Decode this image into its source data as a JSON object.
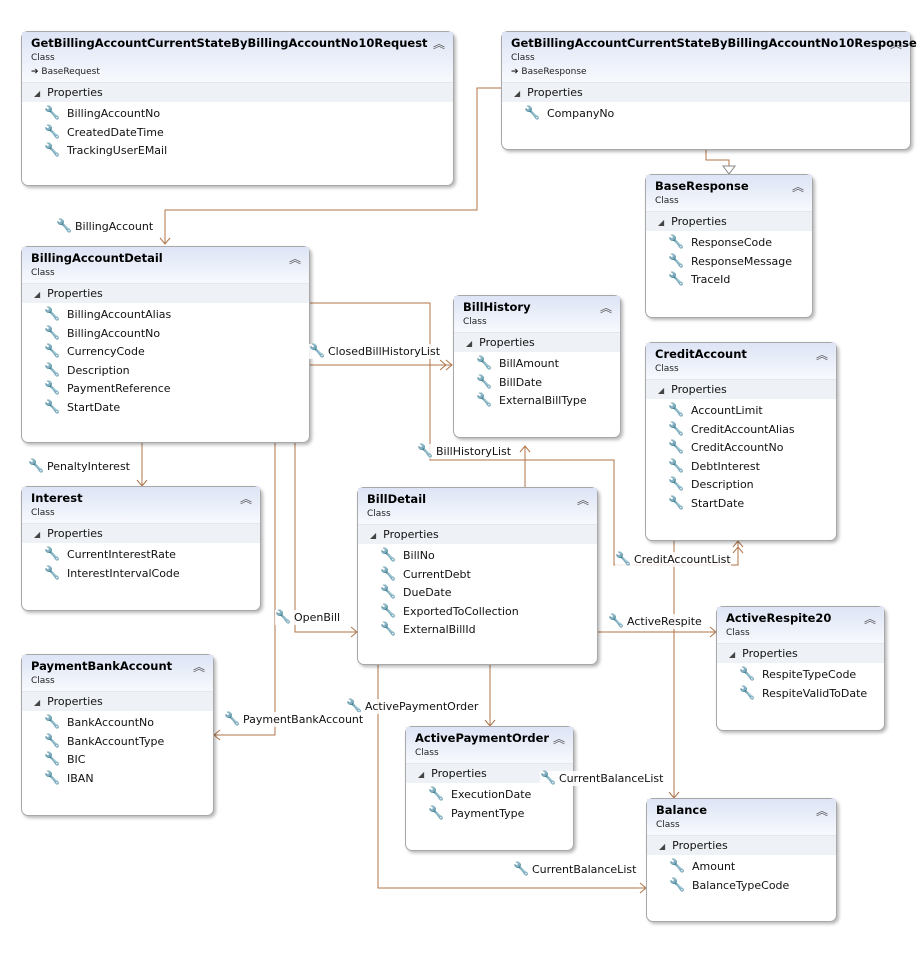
{
  "classes": {
    "req": {
      "title": "GetBillingAccountCurrentStateByBillingAccountNo10Request",
      "kind": "Class",
      "base": "BaseRequest",
      "section": "Properties",
      "props": [
        "BillingAccountNo",
        "CreatedDateTime",
        "TrackingUserEMail"
      ]
    },
    "resp": {
      "title": "GetBillingAccountCurrentStateByBillingAccountNo10Response",
      "kind": "Class",
      "base": "BaseResponse",
      "section": "Properties",
      "props": [
        "CompanyNo"
      ]
    },
    "baseresp": {
      "title": "BaseResponse",
      "kind": "Class",
      "section": "Properties",
      "props": [
        "ResponseCode",
        "ResponseMessage",
        "TraceId"
      ]
    },
    "bad": {
      "title": "BillingAccountDetail",
      "kind": "Class",
      "section": "Properties",
      "props": [
        "BillingAccountAlias",
        "BillingAccountNo",
        "CurrencyCode",
        "Description",
        "PaymentReference",
        "StartDate"
      ]
    },
    "billhistory": {
      "title": "BillHistory",
      "kind": "Class",
      "section": "Properties",
      "props": [
        "BillAmount",
        "BillDate",
        "ExternalBillType"
      ]
    },
    "credit": {
      "title": "CreditAccount",
      "kind": "Class",
      "section": "Properties",
      "props": [
        "AccountLimit",
        "CreditAccountAlias",
        "CreditAccountNo",
        "DebtInterest",
        "Description",
        "StartDate"
      ]
    },
    "interest": {
      "title": "Interest",
      "kind": "Class",
      "section": "Properties",
      "props": [
        "CurrentInterestRate",
        "InterestIntervalCode"
      ]
    },
    "billdetail": {
      "title": "BillDetail",
      "kind": "Class",
      "section": "Properties",
      "props": [
        "BillNo",
        "CurrentDebt",
        "DueDate",
        "ExportedToCollection",
        "ExternalBillId"
      ]
    },
    "respite": {
      "title": "ActiveRespite20",
      "kind": "Class",
      "section": "Properties",
      "props": [
        "RespiteTypeCode",
        "RespiteValidToDate"
      ]
    },
    "pba": {
      "title": "PaymentBankAccount",
      "kind": "Class",
      "section": "Properties",
      "props": [
        "BankAccountNo",
        "BankAccountType",
        "BIC",
        "IBAN"
      ]
    },
    "apo": {
      "title": "ActivePaymentOrder",
      "kind": "Class",
      "section": "Properties",
      "props": [
        "ExecutionDate",
        "PaymentType"
      ]
    },
    "balance": {
      "title": "Balance",
      "kind": "Class",
      "section": "Properties",
      "props": [
        "Amount",
        "BalanceTypeCode"
      ]
    }
  },
  "associations": {
    "billing_account": "BillingAccount",
    "closed_bill_history_list": "ClosedBillHistoryList",
    "penalty_interest": "PenaltyInterest",
    "bill_history_list": "BillHistoryList",
    "credit_account_list": "CreditAccountList",
    "open_bill": "OpenBill",
    "active_respite": "ActiveRespite",
    "active_payment_order": "ActivePaymentOrder",
    "payment_bank_account": "PaymentBankAccount",
    "current_balance_list_1": "CurrentBalanceList",
    "current_balance_list_2": "CurrentBalanceList"
  },
  "icons": {
    "property": "wrench-icon",
    "collapse": "double-chevron-up-icon",
    "inherit": "arrow-right-icon",
    "section": "triangle-down-icon"
  },
  "colors": {
    "connector": "#b0764a",
    "header_top": "#dde4f5",
    "header_bottom": "#f7f9fd",
    "border": "#a8a8a8"
  }
}
